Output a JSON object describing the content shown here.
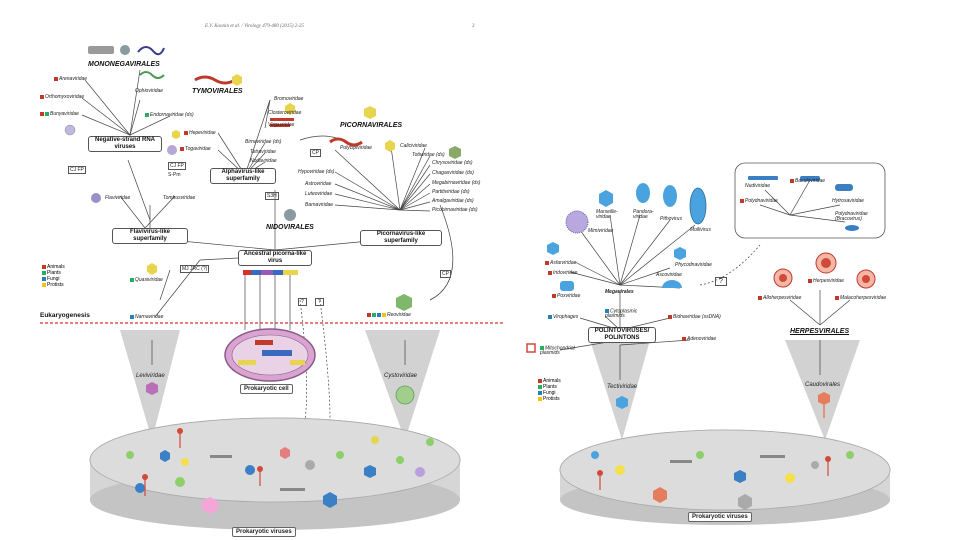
{
  "header": {
    "citation": "E.V. Koonin et al. / Virology 479-480 (2015) 2-25",
    "page": "3"
  },
  "colors": {
    "animals": "#c0392b",
    "plants": "#27ae60",
    "fungi": "#2980b9",
    "protists": "#f1c40f",
    "cone": "#cfcfcf",
    "platform": "#d6d6d6",
    "eukaryogenesis": "#d9302c"
  },
  "left": {
    "mononegavirales": "MONONEGAVIRALES",
    "arenaviridae": "Arenaviridae",
    "orthomyxoviridae": "Orthomyxoviridae",
    "bunyaviridae": "Bunyaviridae",
    "ophioviridae": "Ophioviridae",
    "endornaviridae": "Endornaviridae (ds)",
    "neg_box": "Negative-strand RNA viruses",
    "tymovirales": "TYMOVIRALES",
    "bromoviridae": "Bromoviridae",
    "closteroviridae": "Closteroviridae",
    "virgaviridae": "Virgaviridae",
    "hepeviridae": "Hepeviridae",
    "togaviridae": "Togaviridae",
    "birnaviridae": "Birnaviridae (ds)",
    "tetraviridae": "Tetraviridae",
    "nodaviridae": "Nodaviridae",
    "alpha_box": "Alphavirus-like superfamily",
    "picornavirales": "PICORNAVIRALES",
    "polycipiviridae": "Polycipiviridae",
    "caliciviridae": "Caliciviridae",
    "totiviridae": "Totiviridae (ds)",
    "chrysoviridae": "Chrysoviridae (ds)",
    "cleanviridae": "Chagasviridae (ds)",
    "megabirnaviridae": "Megabirnaviridae (ds)",
    "partitiviridae": "Partitiviridae (ds)",
    "amalgaviridae": "Amalgaviridae (ds)",
    "picobirnaviridae": "Picobirnaviridae (ds)",
    "hypoviridae": "Hypoviridae (ds)",
    "astroviridae": "Astroviridae",
    "luteoviridae": "Luteoviridae",
    "barnaviridae": "Barnaviridae",
    "flaviviridae": "Flaviviridae",
    "tombusviridae": "Tombusviridae",
    "flavi_box": "Flavivirus-like superfamily",
    "nidovirales": "NIDOVIRALES",
    "ancestral_box": "Ancestral picorna-like virus",
    "picorna_box": "Picornavirus-like superfamily",
    "cp_label": "CP",
    "jr_label": "CJ FP",
    "jrc_label": "CJ FP",
    "sjr_label": "S-Pm",
    "s3h_label": "S3H",
    "mjrc_label": "MJ JRC (?)",
    "q1": "?",
    "q2": "?",
    "cp2": "CP",
    "cp3": "CP",
    "legend": [
      "Animals",
      "Plants",
      "Fungi",
      "Protists"
    ],
    "quasiviridae": "Quasiviridae",
    "narnaviridae": "Narnaviridae",
    "eukaryogenesis": "Eukaryogenesis",
    "reoviridae": "Reoviridae",
    "leviviridae": "Leviviridae",
    "cystoviridae": "Cystoviridae",
    "prokaryotic_cell": "Prokaryotic cell",
    "prokaryotic_viruses": "Prokaryotic viruses"
  },
  "right": {
    "mimiviridae": "Mimiviridae",
    "marseillevirus": "Marseille-viridae",
    "pandoraviridae": "Pandora-viridae",
    "pithoviridae": "Pithovirus",
    "mollivirus": "Mollivirus",
    "asfarviridae": "Asfarviridae",
    "iridoviridae": "Iridoviridae",
    "poxviridae": "Poxviridae",
    "ascoviridae": "Ascoviridae",
    "phycodnaviridae": "Phycodnaviridae",
    "megavirales": "Megavirales",
    "q": "?",
    "virophages": "Virophages",
    "cytoplasmic": "Cytoplasmic plasmids",
    "bidnaviridae": "Bidnaviridae (ssDNA)",
    "polinto_box": "POLINTOVIRUSES/ POLINTONS",
    "adenoviridae": "Adenoviridae",
    "mito_plasmids": "Mitochondrial plasmids",
    "tectiviridae": "Tectiviridae",
    "legend": [
      "Animals",
      "Plants",
      "Fungi",
      "Protists"
    ],
    "baculoviridae": "Baculoviridae",
    "nudiviridae": "Nudiviridae",
    "polydnaviridae": "Polydnaviridae",
    "hytrosaviridae": "Hytrosaviridae",
    "polyd2": "Polydnaviridae (Bracovirus)",
    "herpesviridae": "Herpesviridae",
    "alloherpesviridae": "Alloherpesviridae",
    "malacoherpesviridae": "Malacoherpesviridae",
    "herpesvirales": "HERPESVIRALES",
    "caudovirales": "Caudovirales",
    "prokaryotic_viruses": "Prokaryotic viruses"
  }
}
